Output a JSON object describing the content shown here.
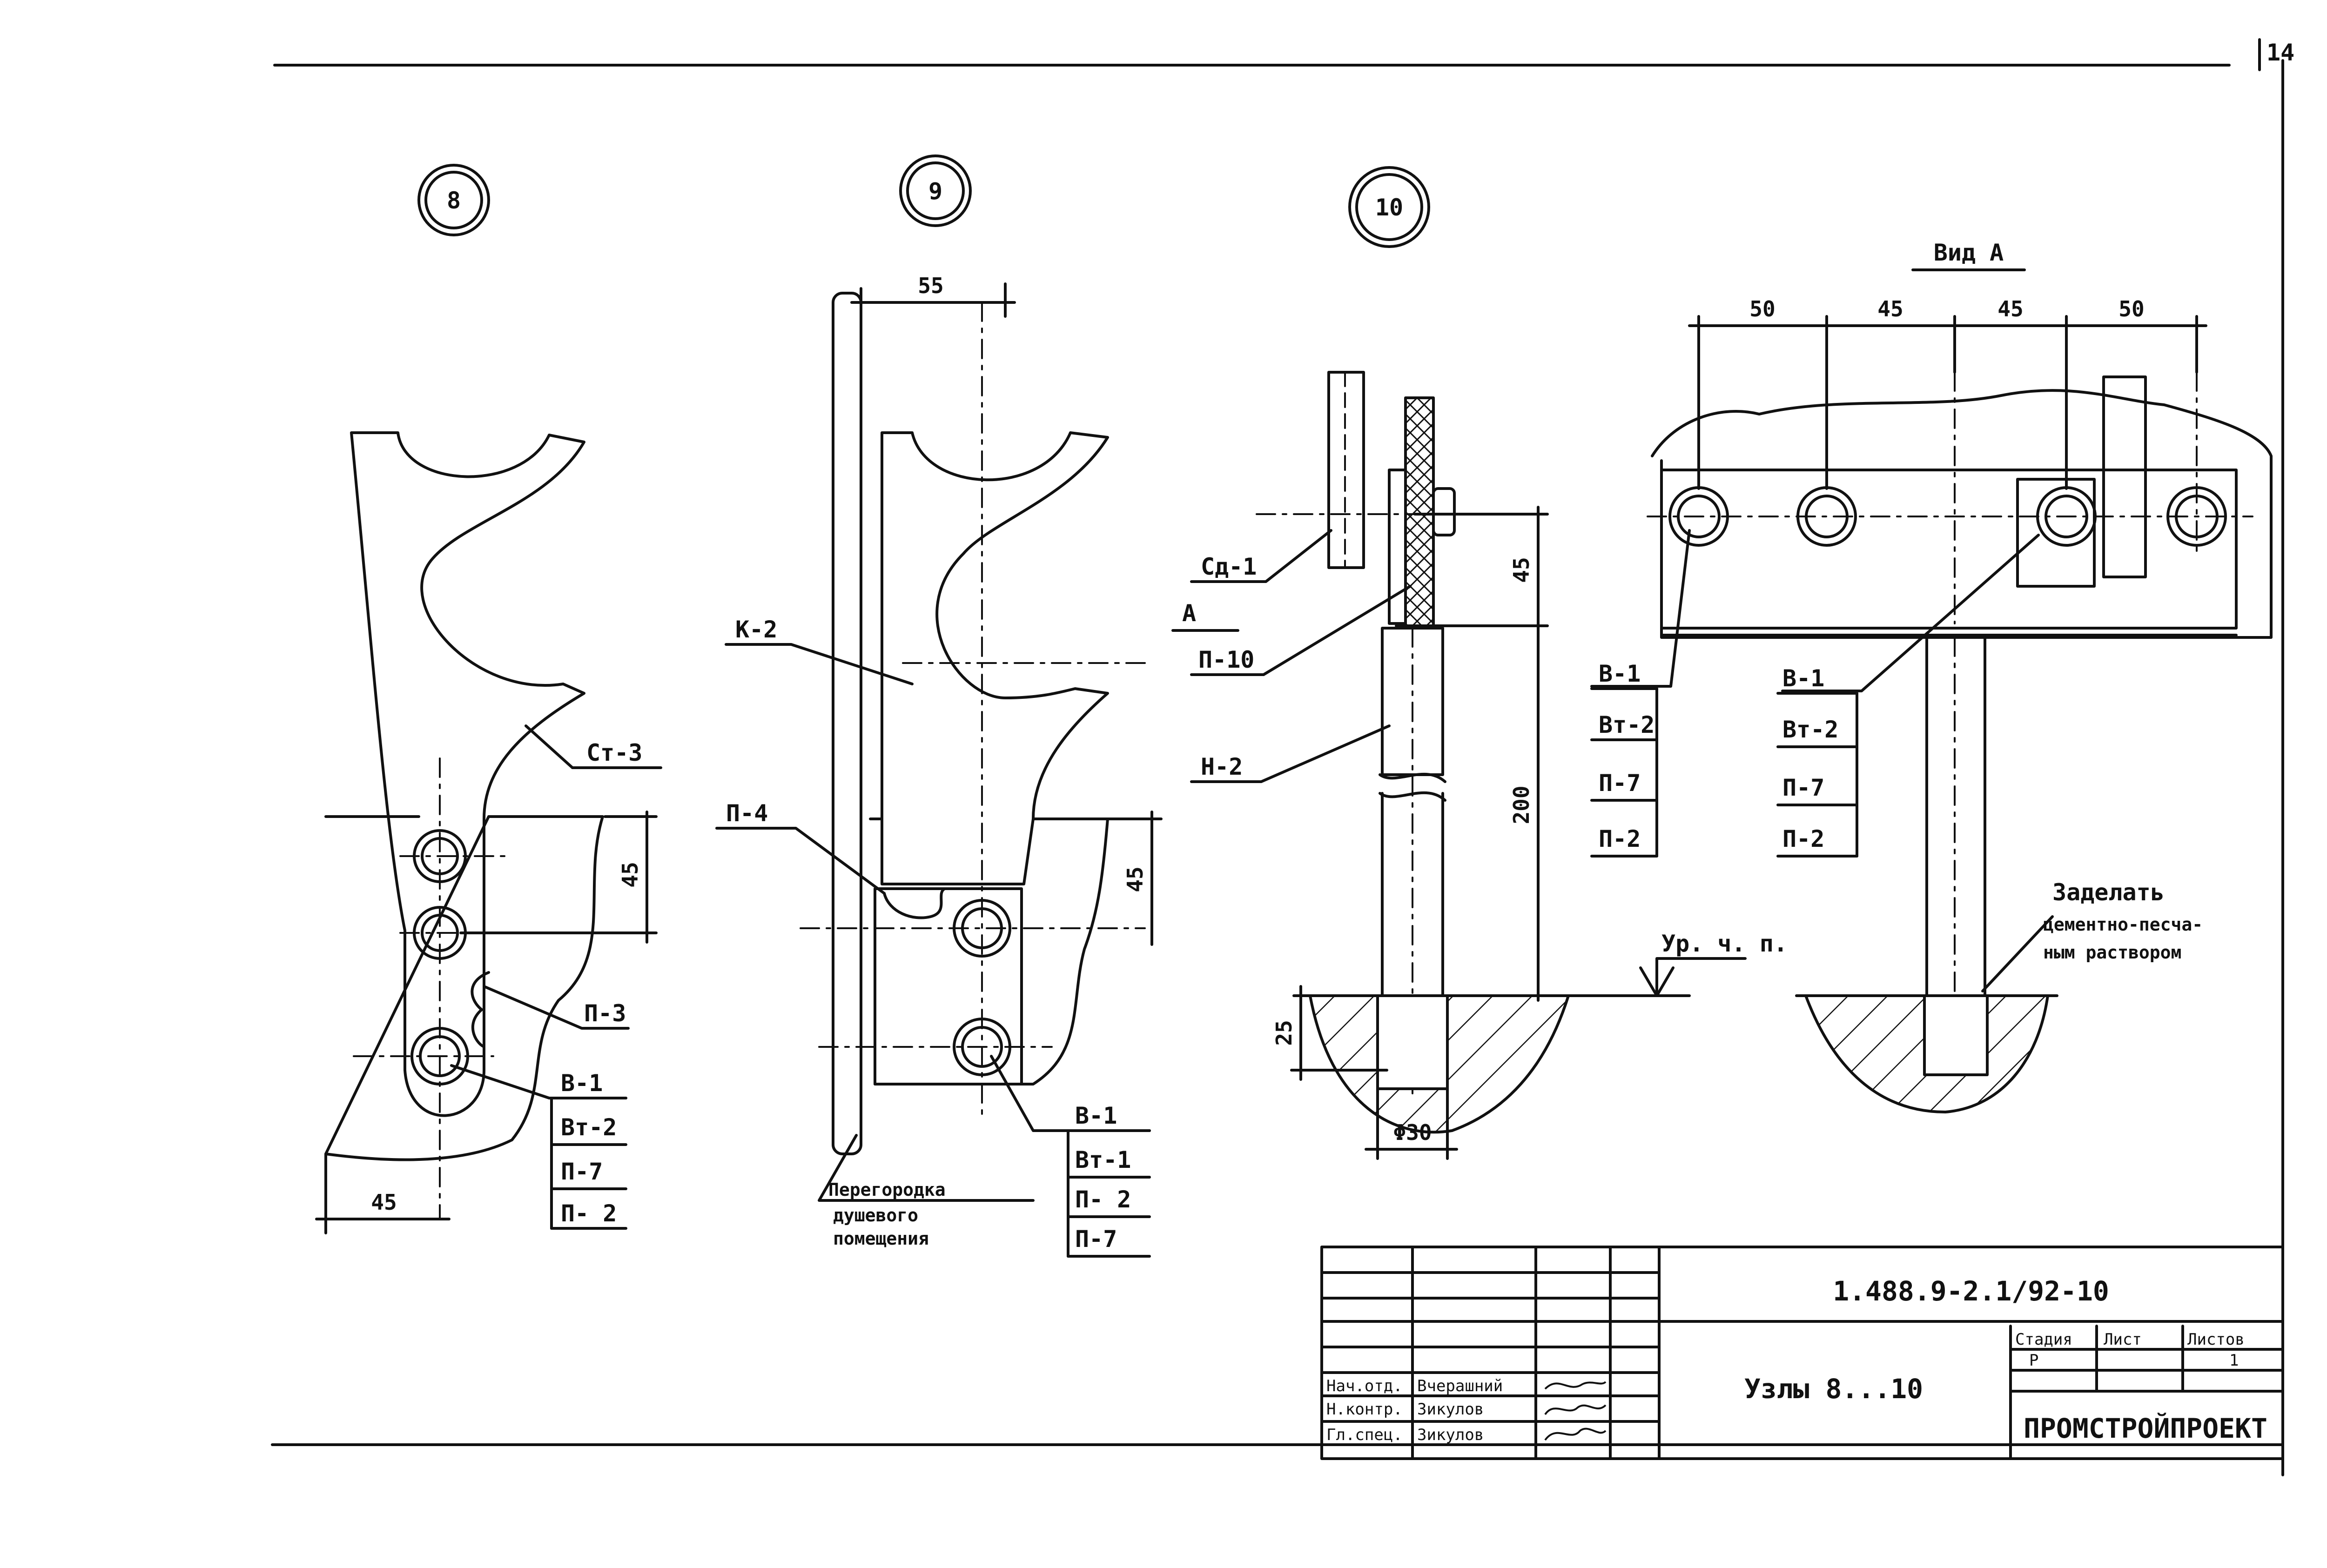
{
  "page_number": "14",
  "nodes": {
    "n8": {
      "number": "8",
      "labels": {
        "st3": "Ст-3",
        "p3": "П-3"
      },
      "dims": {
        "h45": "45",
        "bottom45": "45"
      },
      "spec": [
        "В-1",
        "Вт-2",
        "П-7",
        "П- 2"
      ]
    },
    "n9": {
      "number": "9",
      "labels": {
        "k2": "К-2",
        "p4": "П-4",
        "partition_line1": "Перегородка",
        "partition_line2": "душевого",
        "partition_line3": "помещения"
      },
      "dims": {
        "top55": "55",
        "h45": "45"
      },
      "spec": [
        "В-1",
        "Вт-1",
        "П- 2",
        "П-7"
      ]
    },
    "n10": {
      "number": "10",
      "labels": {
        "sd1": "Сд-1",
        "a": "А",
        "p10": "П-10",
        "n2": "Н-2",
        "level": "Ур. ч. п."
      },
      "dims": {
        "v45": "45",
        "v200": "200",
        "v25": "25",
        "diam30": "Φ30"
      }
    },
    "view_a": {
      "title": "Вид А",
      "dims": [
        "50",
        "45",
        "45",
        "50"
      ],
      "spec": [
        "В-1",
        "Вт-2",
        "П-7",
        "П-2"
      ],
      "note_line1": "Заделать",
      "note_line2": "цементно-песча-",
      "note_line3": "ным раствором"
    }
  },
  "title_block": {
    "doc_code": "1.488.9-2.1/92-10",
    "drawing_title": "Узлы 8...10",
    "stage_header": "Стадия",
    "sheet_header": "Лист",
    "sheets_header": "Листов",
    "stage": "Р",
    "sheet": "",
    "sheets": "1",
    "org": "ПРОМСТРОЙПРОЕКТ",
    "signers": [
      {
        "role": "Нач.отд.",
        "name": "Вчерашний"
      },
      {
        "role": "Н.контр.",
        "name": "Зикулов"
      },
      {
        "role": "Гл.спец.",
        "name": "Зикулов"
      }
    ]
  }
}
